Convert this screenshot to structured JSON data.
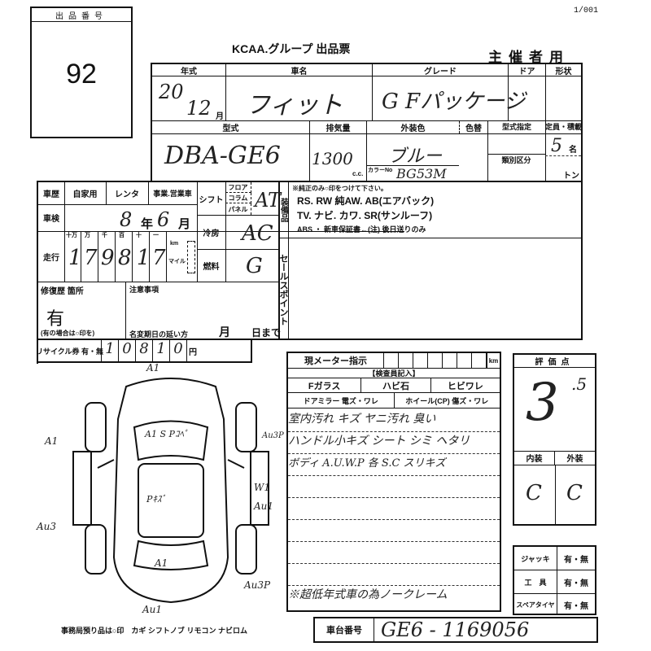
{
  "lot": {
    "label": "出品番号",
    "number": "92"
  },
  "page_no": "1/001",
  "title": "KCAA.グループ 出品票",
  "organizer_use": "主催者用",
  "row1": {
    "headers": [
      "年式",
      "車名",
      "グレード",
      "ドア",
      "形状"
    ],
    "year": "20",
    "month": "12",
    "month_unit": "月",
    "car_name": "フィット",
    "grade": "G Fパッケージ"
  },
  "row2": {
    "headers": [
      "型式",
      "排気量",
      "外装色",
      "色替",
      "型式指定",
      "定員・積載"
    ],
    "model_code": "DBA-GE6",
    "displacement": "1300",
    "cc": "c.c.",
    "color": "ブルー",
    "color_code_label": "カラーNo",
    "color_code": "BG53M",
    "class_label": "類別区分",
    "capacity": "5",
    "capacity_unit": "名",
    "ton_unit": "トン"
  },
  "history": {
    "label": "車歴",
    "options": [
      "自家用",
      "レンタ",
      "事業.営業車"
    ]
  },
  "shift": {
    "label": "シフト",
    "options": [
      "フロア",
      "コラム",
      "パネル"
    ],
    "value": "AT"
  },
  "inspection": {
    "label": "車検",
    "year": "8",
    "year_unit": "年",
    "month": "6",
    "month_unit": "月"
  },
  "aircon": {
    "label": "冷房",
    "value": "AC"
  },
  "mileage": {
    "label": "走行",
    "units": [
      "十万",
      "万",
      "千",
      "百",
      "十",
      "一"
    ],
    "digits": [
      "1",
      "7",
      "9",
      "8",
      "1",
      "7"
    ],
    "km": "km",
    "mile": "マイル"
  },
  "fuel": {
    "label": "燃料",
    "value": "G"
  },
  "equipment": {
    "label": "装備品",
    "note": "※純正のみ○印をつけて下さい。",
    "line1": "RS. RW 純AW. AB(エアバック)",
    "line2": "TV. ナビ. カワ. SR(サンルーフ)",
    "line3": "ABS ・ 新車保証書←(注) 後日送りのみ"
  },
  "sales_point": {
    "label": "セールスポイント"
  },
  "repair": {
    "label": "修復歴 箇所",
    "value": "有",
    "note": "(有の場合は○印を)"
  },
  "caution": {
    "label": "注意事項",
    "transfer": "名変期日の延い方",
    "month": "月",
    "day": "日まで"
  },
  "recycle": {
    "label": "リサイクル券 有・無",
    "digits": [
      "1",
      "0",
      "8",
      "1",
      "0"
    ],
    "yen": "円"
  },
  "meter": {
    "label": "現メーター指示",
    "km": "km"
  },
  "inspector": {
    "label": "【検査員記入】",
    "fglass": "Fガラス",
    "fglass_opts": [
      "ハビ石",
      "ヒビワレ"
    ],
    "mirror": "ドアミラー 電ズ・ワレ",
    "wheel": "ホイール(CP) 傷ズ・ワレ",
    "remarks": [
      "室内汚れ キズ ヤニ汚れ 臭い",
      "ハンドル小キズ シート シミ ヘタリ",
      "ボディ A.U.W.P 各 S.C スリキズ",
      "",
      "",
      "",
      "",
      "",
      "※超低年式車の為ノークレーム"
    ]
  },
  "score": {
    "label": "評価点",
    "value": "3",
    "decimal": ".5",
    "interior_label": "内装",
    "exterior_label": "外装",
    "interior": "C",
    "exterior": "C"
  },
  "accessories": [
    {
      "label": "ジャッキ",
      "value": "有・無"
    },
    {
      "label": "工　具",
      "value": "有・無"
    },
    {
      "label": "スペアタイヤ",
      "value": "有・無"
    }
  ],
  "chassis": {
    "label": "車台番号",
    "value": "GE6 - 1169056"
  },
  "diagram": {
    "marks": [
      "A1",
      "A1",
      "A1 S Pｺﾍﾟ",
      "Au3P",
      "W1",
      "Au1",
      "Au3",
      "Pｷｽﾞ",
      "A1",
      "Au3P",
      "Au1"
    ],
    "caption": "事務局預り品は○印　カギ シフトノブ リモコン ナビロム"
  }
}
